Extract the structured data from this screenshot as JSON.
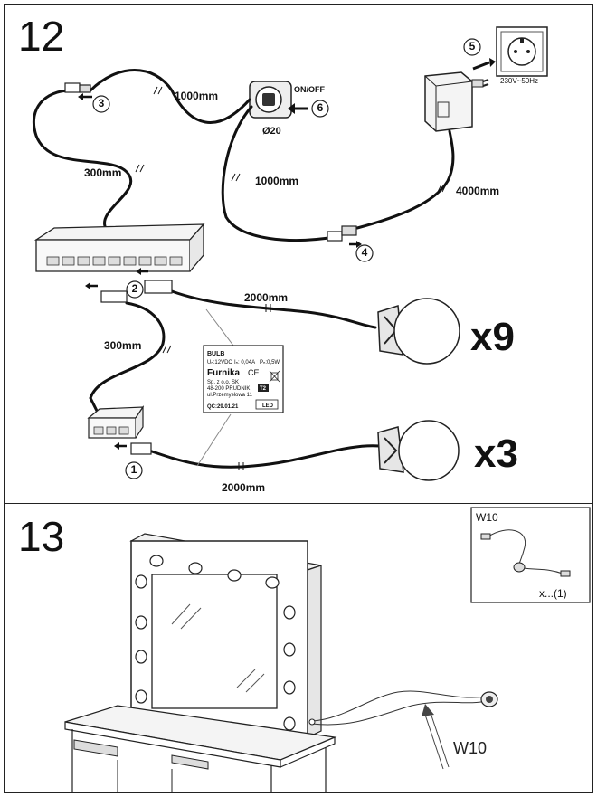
{
  "steps": [
    {
      "number": "12",
      "lengths": {
        "cable_switch_in": "1000mm",
        "cable_hub": "300mm",
        "cable_switch_out": "1000mm",
        "cable_adapter": "4000mm",
        "cable_bulbs9": "2000mm",
        "cable_hub_small": "300mm",
        "cable_bulbs3": "2000mm"
      },
      "switch_label": "ON/OFF",
      "switch_diameter": "Ø20",
      "socket_label": "230V~50Hz",
      "callouts": [
        "1",
        "2",
        "3",
        "4",
        "5",
        "6"
      ],
      "multipliers": {
        "large": "x9",
        "small": "x3"
      },
      "bulb_label": {
        "title": "BULB",
        "specs": [
          "Uₙ:12VDC",
          "Iₙ: 0,04A",
          "Pₙ:0,5W"
        ],
        "brand": "Furnika",
        "address": [
          "Sp. z o.o. SK",
          "48-200 PRUDNIK",
          "ul.Przemysłowa 11"
        ],
        "class": "T2",
        "led": "LED",
        "qc": "QC:29.01.21"
      }
    },
    {
      "number": "13",
      "part_label": "W10",
      "inset": {
        "title": "W10",
        "qty": "x...(1)"
      }
    }
  ]
}
